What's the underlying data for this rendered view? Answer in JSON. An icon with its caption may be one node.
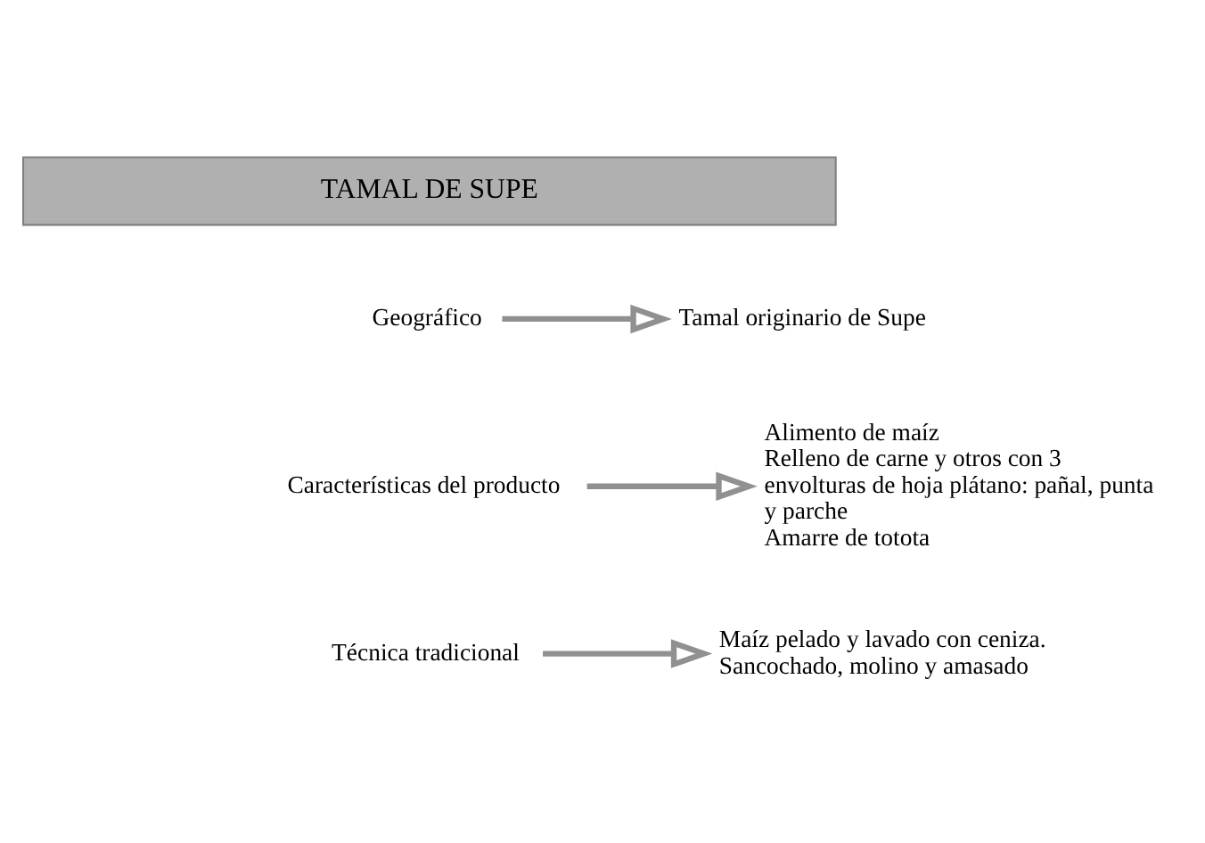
{
  "diagram": {
    "nodes": [
      {
        "text": [
          "TAMAL DE SUPE"
        ]
      },
      {
        "text": [
          "Geográfico"
        ]
      },
      {
        "text": [
          "Tamal originario de Supe"
        ]
      },
      {
        "text": [
          "Características del producto"
        ]
      },
      {
        "text": [
          "Alimento de maíz",
          "Relleno de carne y otros con 3 envolturas de hoja plátano: pañal, punta y parche",
          "Amarre de totota"
        ]
      },
      {
        "text": [
          "Técnica tradicional"
        ]
      },
      {
        "text": [
          "Maíz pelado y lavado con ceniza.",
          "Sancochado, molino y amasado"
        ]
      }
    ],
    "edges": [
      {
        "from": 1,
        "to": 2,
        "arrow": "to"
      },
      {
        "from": 3,
        "to": 4,
        "arrow": "to"
      },
      {
        "from": 5,
        "to": 6,
        "arrow": "to"
      }
    ]
  }
}
